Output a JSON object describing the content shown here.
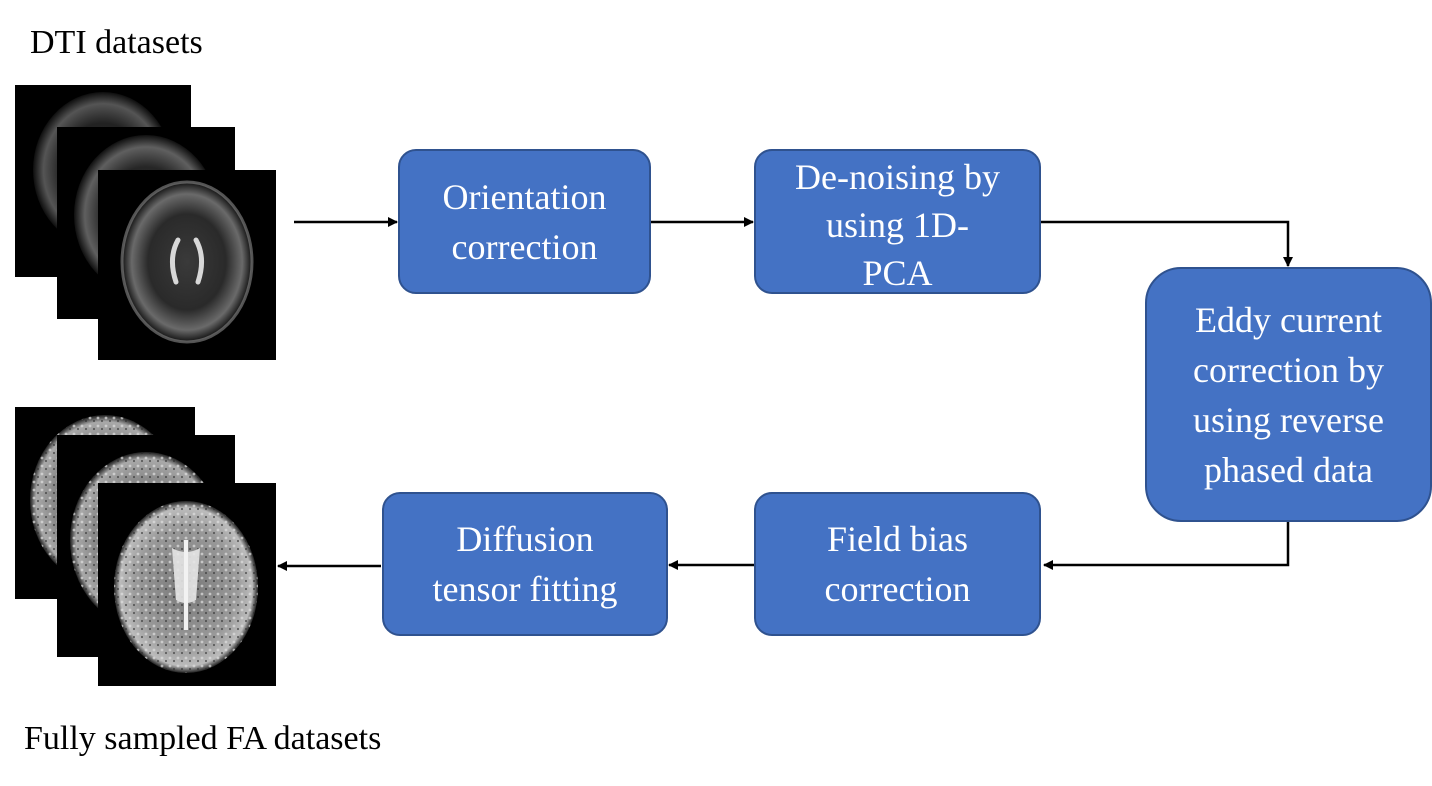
{
  "captions": {
    "input": "DTI datasets",
    "output": "Fully sampled FA datasets"
  },
  "steps": {
    "orientation": [
      "Orientation",
      "correction"
    ],
    "denoising": [
      "De-noising by",
      "using 1D-",
      "PCA"
    ],
    "eddy": [
      "Eddy current",
      "correction by",
      "using reverse",
      "phased data"
    ],
    "field_bias": [
      "Field bias",
      "correction"
    ],
    "tensor": [
      "Diffusion",
      "tensor fitting"
    ]
  },
  "colors": {
    "box_fill": "#4472c4",
    "box_border": "#2f528f",
    "arrow": "#000000"
  }
}
